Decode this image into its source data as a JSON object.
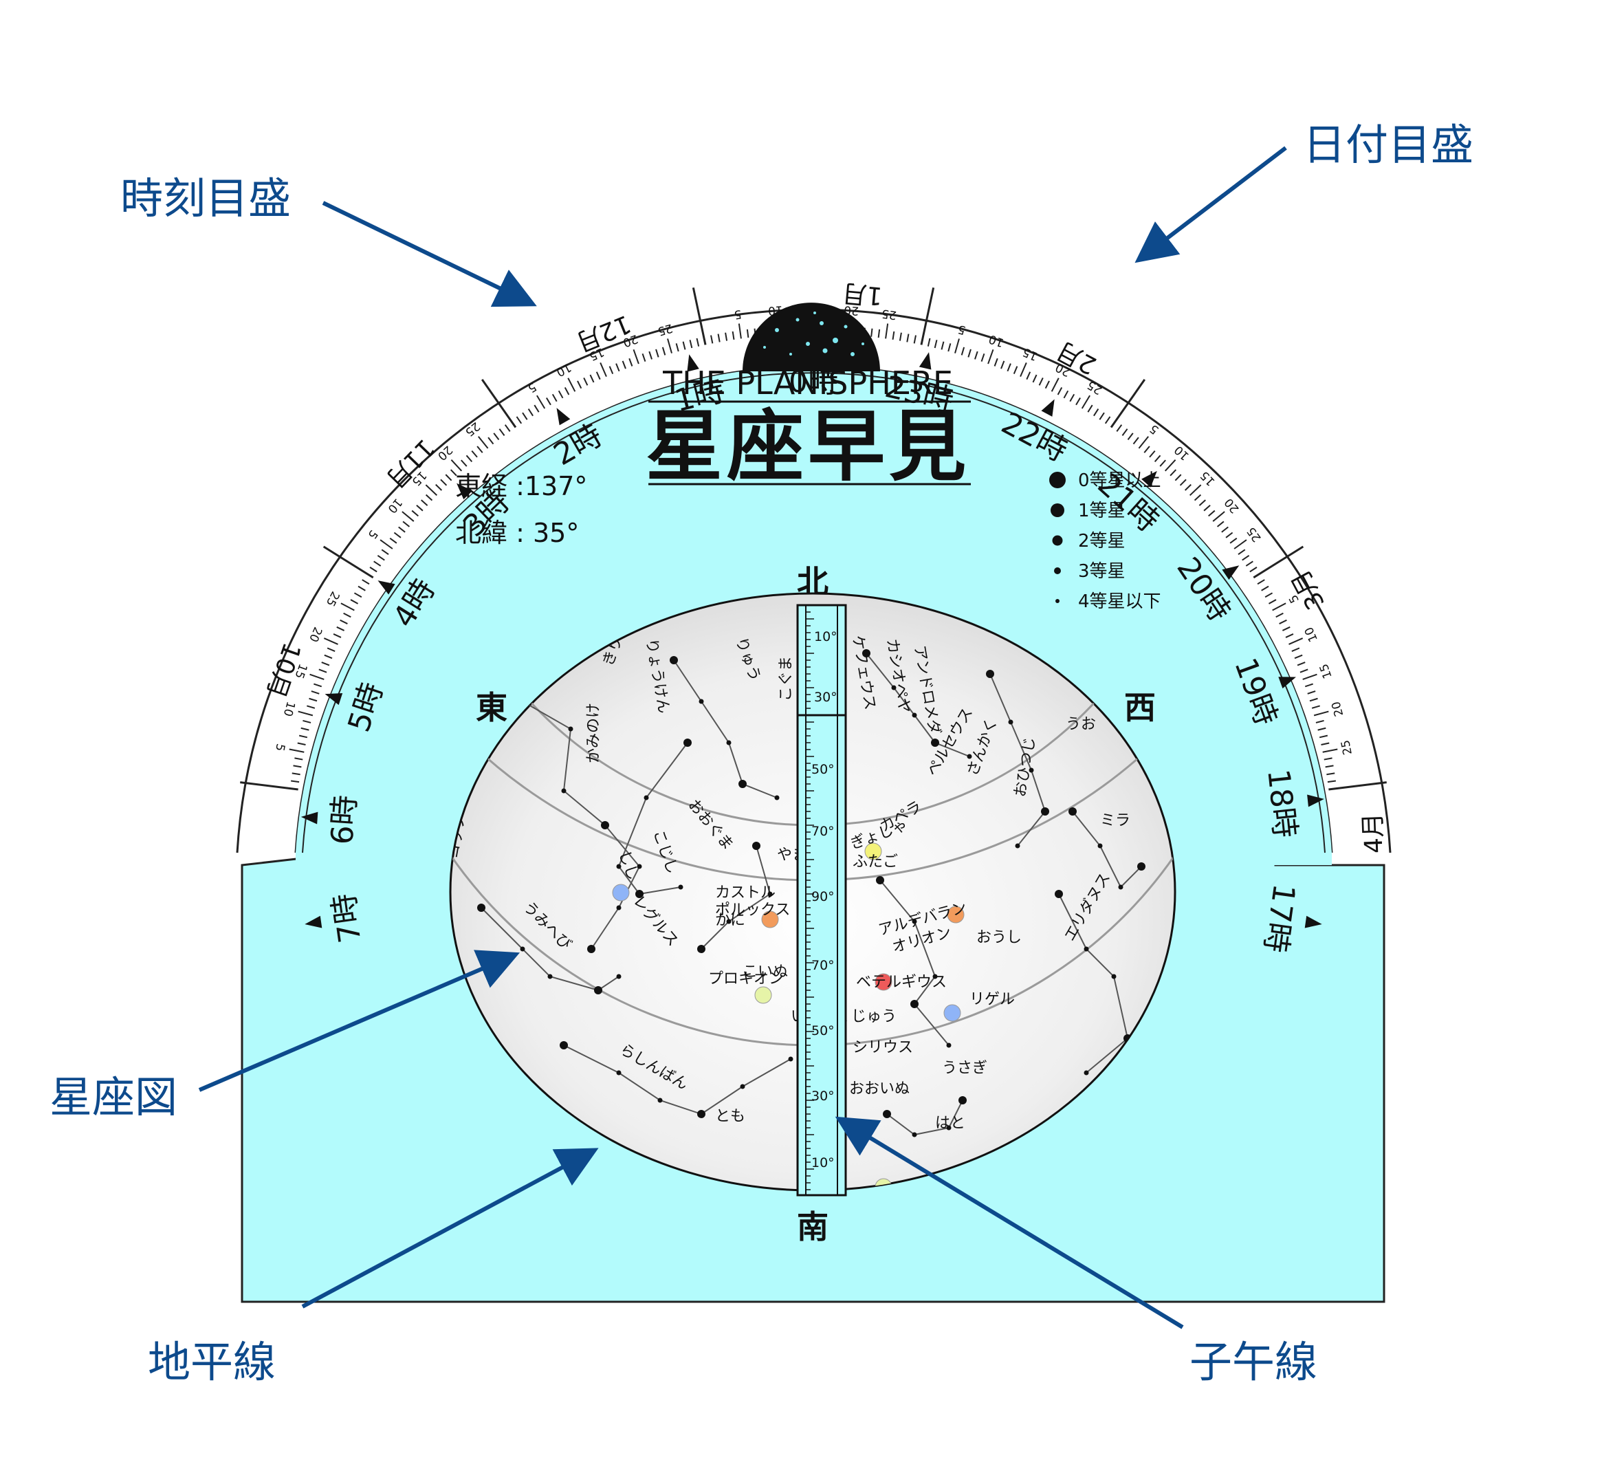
{
  "title": {
    "en": "THE PLANISPHERE",
    "jp": "星座早見"
  },
  "location": {
    "longitude": "東経 :137°",
    "latitude": "北緯 :  35°"
  },
  "directions": {
    "north": "北",
    "south": "南",
    "east": "東",
    "west": "西"
  },
  "legend": [
    {
      "label": "0等星以上",
      "size": 5
    },
    {
      "label": "1等星",
      "size": 4
    },
    {
      "label": "2等星",
      "size": 3
    },
    {
      "label": "3等星",
      "size": 2
    },
    {
      "label": "4等星以下",
      "size": 1
    }
  ],
  "hour_labels": [
    "0時",
    "1時",
    "2時",
    "3時",
    "4時",
    "5時",
    "6時",
    "7時",
    "17時",
    "18時",
    "19時",
    "20時",
    "21時",
    "22時",
    "23時"
  ],
  "month_labels": [
    "1月",
    "12月",
    "11月",
    "10月",
    "2月",
    "3月",
    "4月"
  ],
  "day_ticks": [
    "5",
    "10",
    "15",
    "20",
    "25"
  ],
  "meridian_ticks_north": [
    "10°",
    "30°"
  ],
  "meridian_ticks_south": [
    "50°",
    "70°",
    "90°",
    "70°",
    "50°",
    "30°",
    "10°"
  ],
  "constellations": [
    "ケフェウス",
    "カシオペヤ",
    "アンドロメダ",
    "ペルセウス",
    "さんかく",
    "おひつじ",
    "うお",
    "ミラ",
    "ぎょしゃ",
    "カペラ",
    "おうし",
    "アルデバラン",
    "オリオン",
    "ベテルギウス",
    "リゲル",
    "エリダヌス",
    "うさぎ",
    "はと",
    "シリウス",
    "おおいぬ",
    "いっかくじゅう",
    "こいぬ",
    "プロキオン",
    "かに",
    "カストル",
    "ポルックス",
    "ふたご",
    "やまねこ",
    "おおぐま",
    "こじし",
    "しし",
    "レグルス",
    "うみへび",
    "コップ",
    "らしんばん",
    "とも",
    "かみのけ",
    "りょうけん",
    "りゅう",
    "きりん",
    "こぐま"
  ],
  "callouts": {
    "time_scale": "時刻目盛",
    "date_scale": "日付目盛",
    "star_map": "星座図",
    "horizon": "地平線",
    "meridian": "子午線"
  },
  "colors": {
    "panel": "#b3fbfc",
    "callout": "#0d4a8c",
    "sky": "#ededed",
    "outline": "#222222"
  },
  "colored_stars": [
    {
      "name": "カペラ",
      "color": "#f4f27a"
    },
    {
      "name": "ポルックス",
      "color": "#f29b5c"
    },
    {
      "name": "アルデバラン",
      "color": "#f29b5c"
    },
    {
      "name": "ベテルギウス",
      "color": "#ee5a5a"
    },
    {
      "name": "リゲル",
      "color": "#8fb4f7"
    },
    {
      "name": "レグルス",
      "color": "#8fb4f7"
    },
    {
      "name": "プロキオン",
      "color": "#e6f4a8"
    },
    {
      "name": "シリウス",
      "color": "#e6f4a8"
    }
  ]
}
